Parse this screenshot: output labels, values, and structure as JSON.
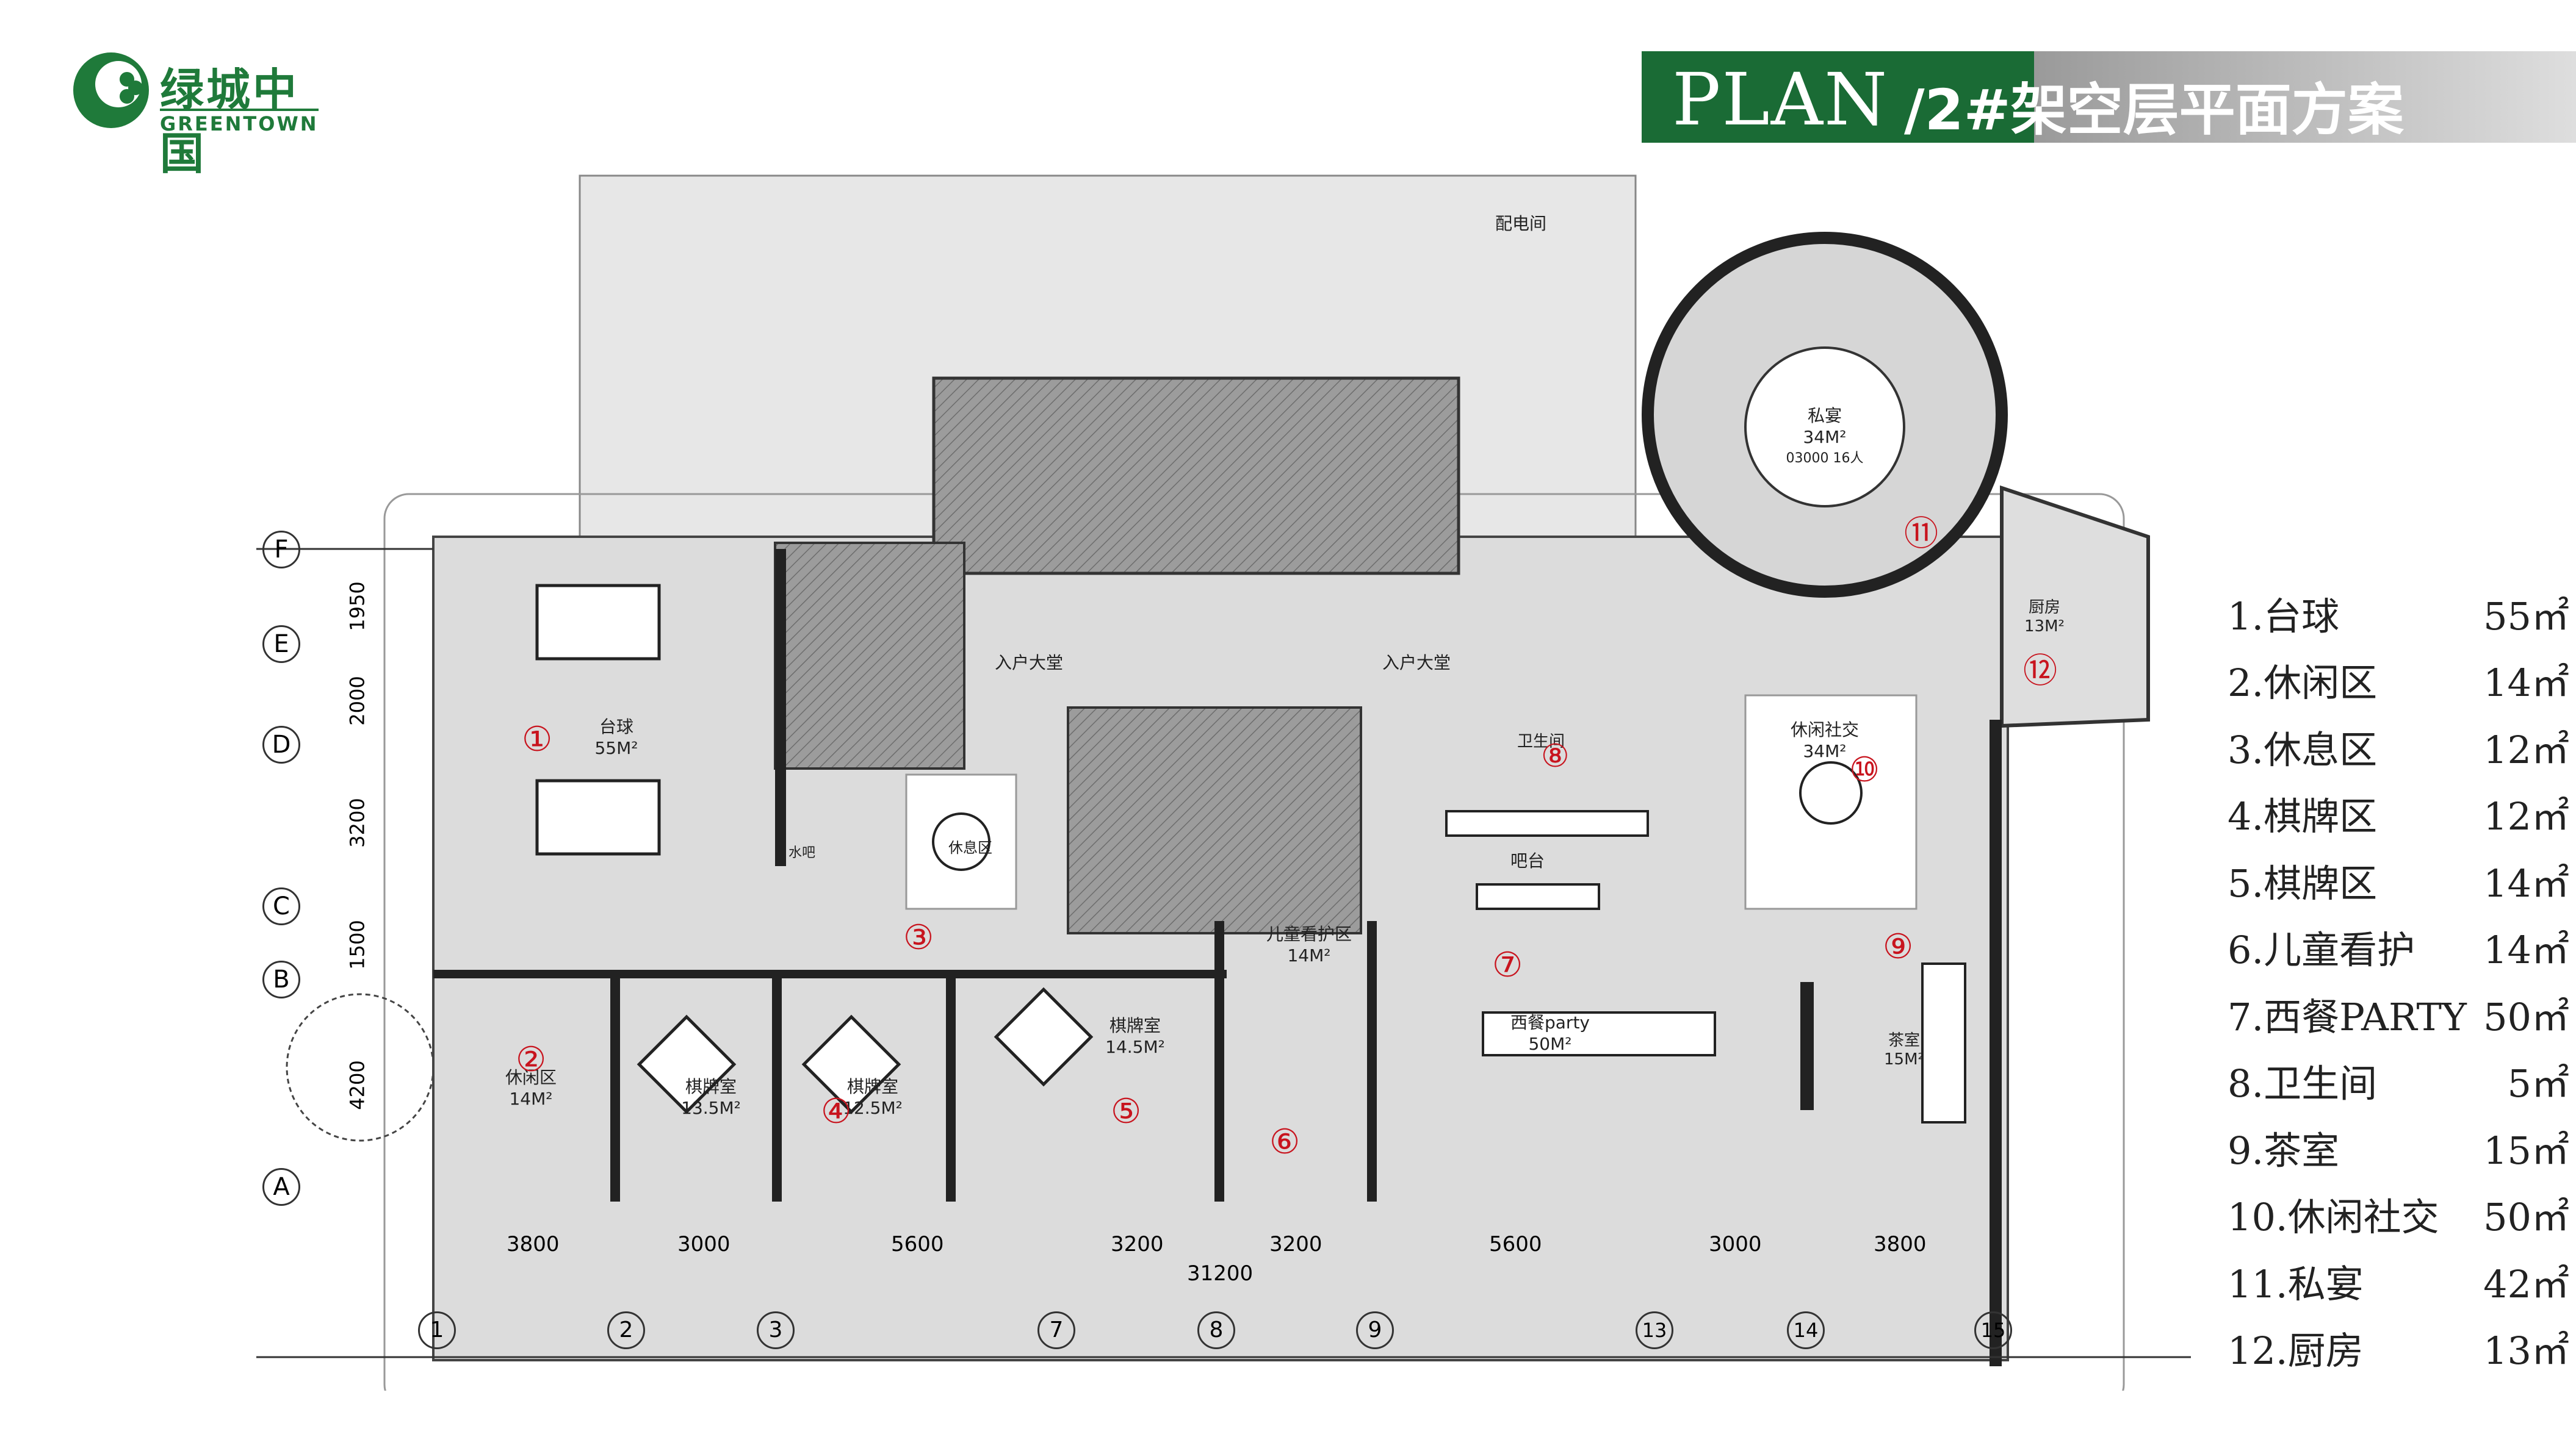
{
  "brand": {
    "name": "绿城中国",
    "sub": "GREENTOWN"
  },
  "title": {
    "plan": "PLAN",
    "subtitle": "/2#架空层平面方案"
  },
  "colors": {
    "brand_green": "#1a6b35",
    "marker_red": "#c8141e"
  },
  "axis_labels_left": [
    "F",
    "E",
    "D",
    "C",
    "B",
    "A"
  ],
  "axis_dims_left": [
    "1950",
    "2000",
    "3200",
    "1500",
    "4200"
  ],
  "axis_labels_bottom": [
    "1",
    "2",
    "3",
    "7",
    "8",
    "9",
    "13",
    "14",
    "15"
  ],
  "axis_dims_bottom": [
    "3800",
    "3000",
    "5600",
    "3200",
    "3200",
    "5600",
    "3000",
    "3800"
  ],
  "total_dim": "31200",
  "rooms": [
    {
      "num": "①",
      "name": "台球",
      "area": "55M²"
    },
    {
      "num": "②",
      "name": "休闲区",
      "area": "14M²"
    },
    {
      "num": "③",
      "name": "休息区",
      "area": ""
    },
    {
      "num": "④",
      "name": "棋牌室",
      "area": "12.5M²"
    },
    {
      "num": "⑤",
      "name": "棋牌室",
      "area": "14.5M²"
    },
    {
      "num": "⑥",
      "name": "儿童看护区",
      "area": "14M²"
    },
    {
      "num": "⑦",
      "name": "西餐party",
      "area": "50M²"
    },
    {
      "num": "⑧",
      "name": "卫生间",
      "area": ""
    },
    {
      "num": "⑨",
      "name": "茶室",
      "area": "15M²"
    },
    {
      "num": "⑩",
      "name": "休闲社交",
      "area": "34M²"
    },
    {
      "num": "⑪",
      "name": "私宴",
      "area": "34M²"
    },
    {
      "num": "⑫",
      "name": "厨房",
      "area": "13M²"
    }
  ],
  "room_extra": {
    "chess_left_name": "棋牌室",
    "chess_left_area": "13.5M²",
    "banquet_note": "03000 16人",
    "lobby_left": "入户大堂",
    "lobby_right": "入户大堂",
    "bar": "吧台",
    "water_bar": "水吧",
    "power_room": "配电间"
  },
  "legend": [
    {
      "label": "1.台球",
      "area": "55㎡"
    },
    {
      "label": "2.休闲区",
      "area": "14㎡"
    },
    {
      "label": "3.休息区",
      "area": "12㎡"
    },
    {
      "label": "4.棋牌区",
      "area": "12㎡"
    },
    {
      "label": "5.棋牌区",
      "area": "14㎡"
    },
    {
      "label": "6.儿童看护",
      "area": "14㎡"
    },
    {
      "label": "7.西餐PARTY",
      "area": "50㎡"
    },
    {
      "label": "8.卫生间",
      "area": "5㎡"
    },
    {
      "label": "9.茶室",
      "area": "15㎡"
    },
    {
      "label": "10.休闲社交",
      "area": "50㎡"
    },
    {
      "label": "11.私宴",
      "area": "42㎡"
    },
    {
      "label": "12.厨房",
      "area": "13㎡"
    }
  ]
}
